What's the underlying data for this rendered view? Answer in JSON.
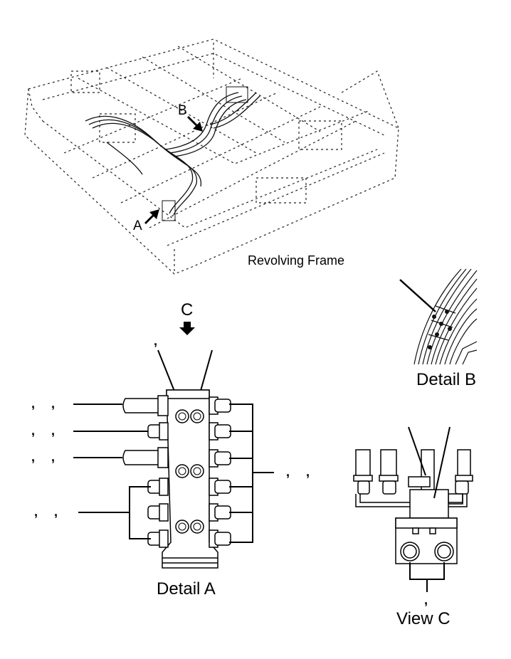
{
  "top_figure": {
    "caption": "Revolving Frame",
    "arrow_a_label": "A",
    "arrow_b_label": "B"
  },
  "detail_a": {
    "caption": "Detail A",
    "view_arrow_label": "C",
    "top_callout_mark": ",",
    "left_callouts": [
      ", ,",
      ", ,",
      ", ,",
      ", ,"
    ],
    "right_callout": ", ,"
  },
  "detail_b": {
    "caption": "Detail B"
  },
  "view_c": {
    "caption": "View C",
    "bottom_callout_mark": ","
  }
}
